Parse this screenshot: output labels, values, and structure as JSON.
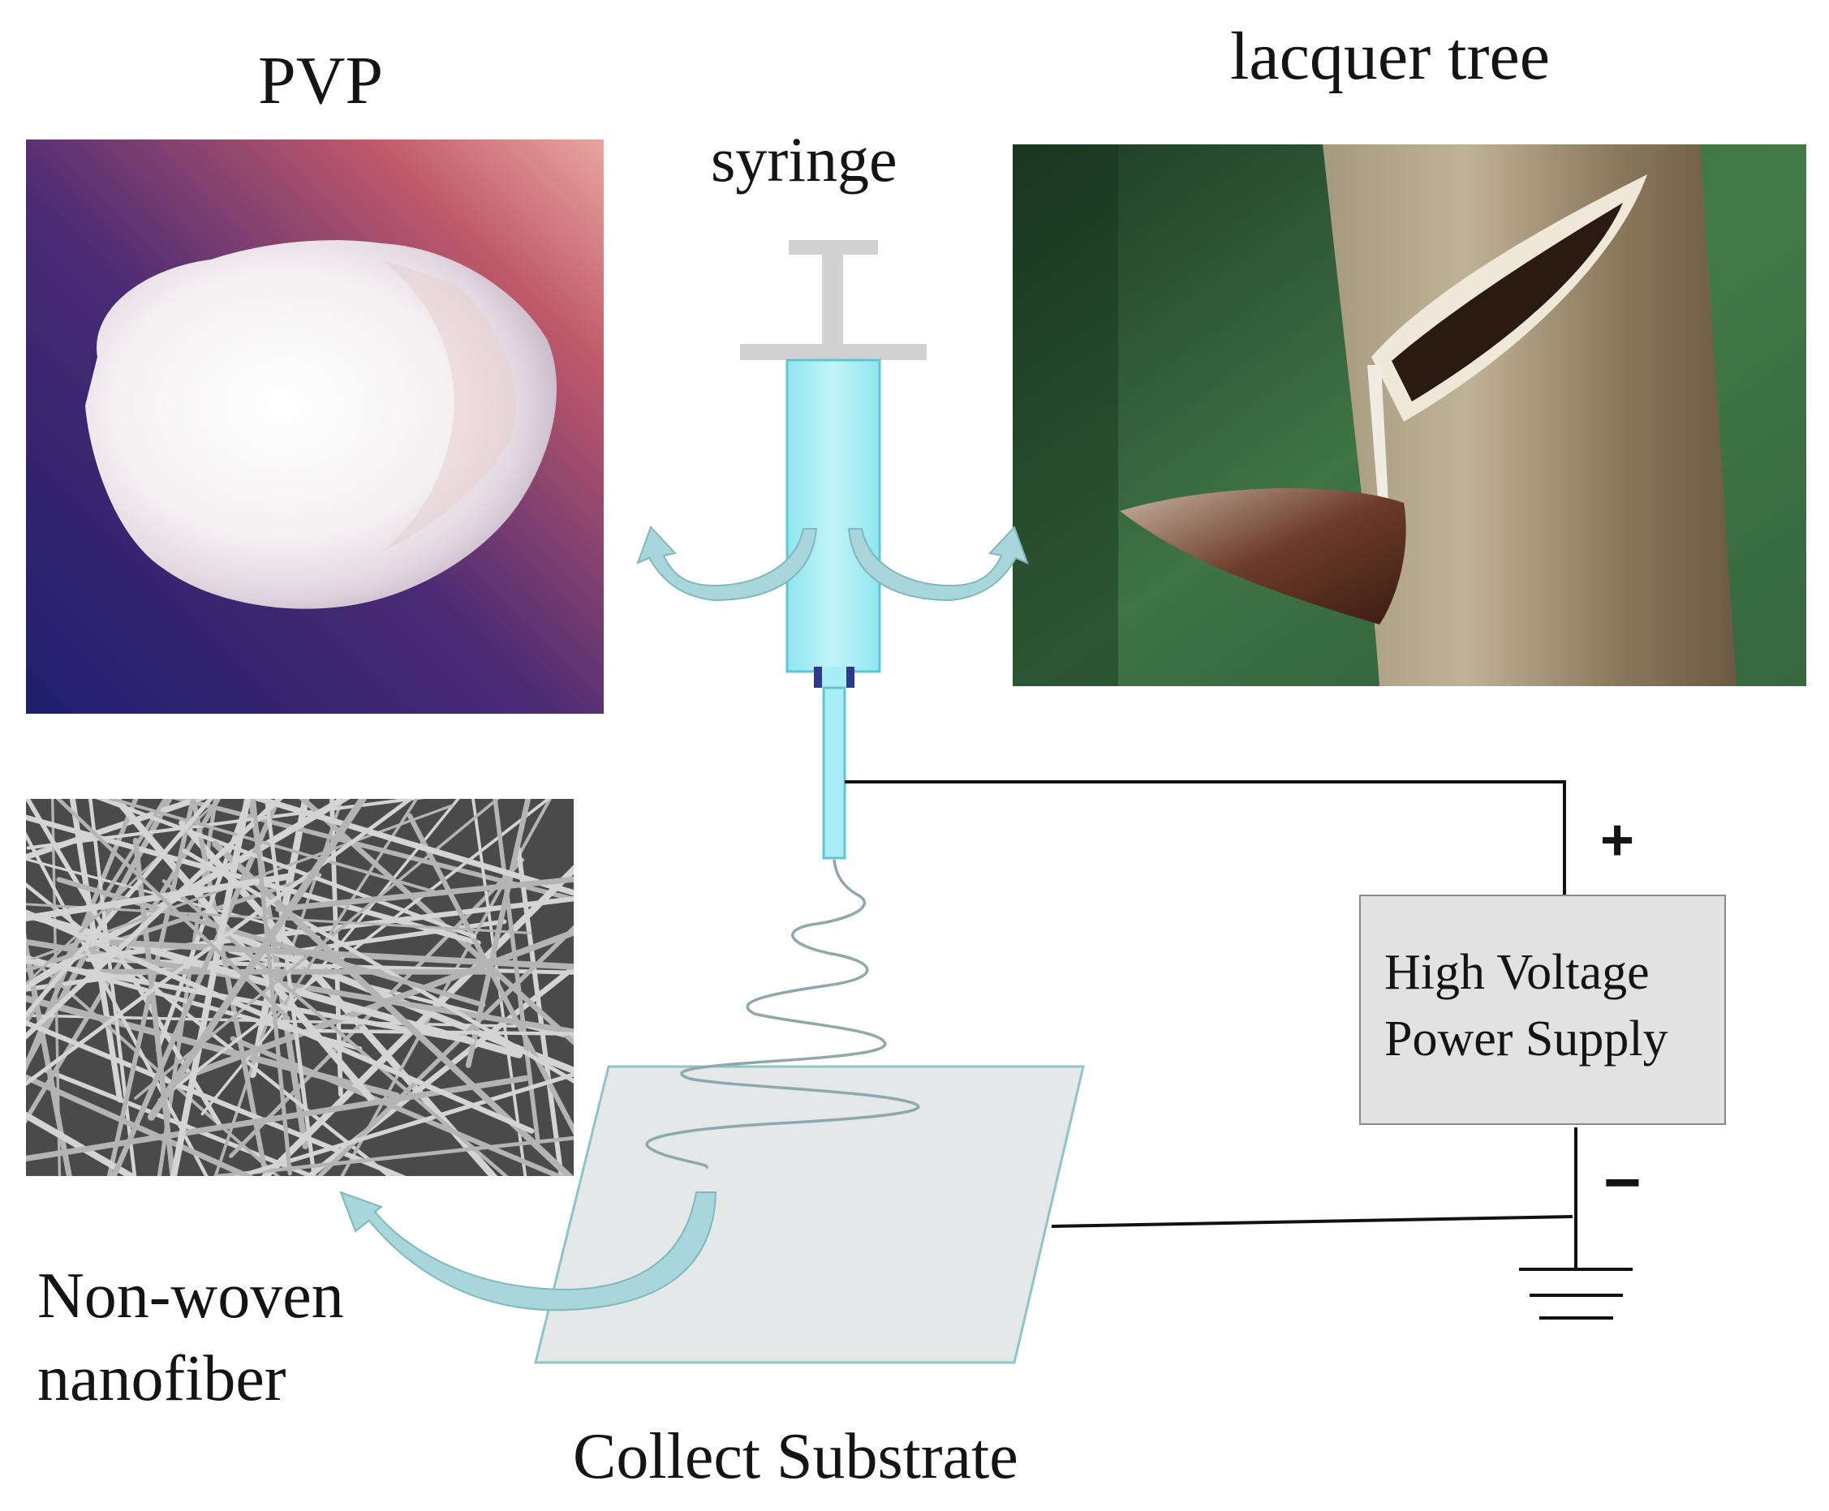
{
  "labels": {
    "pvp": "PVP",
    "lacquer_tree": "lacquer tree",
    "syringe": "syringe",
    "nonwoven_line1": "Non-woven",
    "nonwoven_line2": "nanofiber",
    "collect_substrate": "Collect Substrate",
    "power_line1": "High Voltage",
    "power_line2": "Power Supply",
    "plus": "+",
    "minus": "−"
  },
  "colors": {
    "syringe_fill": "#a9eef5",
    "syringe_stroke": "#5fc4d3",
    "plunger": "#d2d2d2",
    "substrate_fill": "#e4e8e8",
    "substrate_stroke": "#8fc4c8",
    "power_box_fill": "#e2e2e2",
    "wire": "#111111",
    "arrow_fill": "#a8d6da",
    "fiber": "#8ea8ad"
  },
  "icons": {
    "pvp_photo": "white-powder-pile-photo",
    "tree_photo": "tapped-lacquer-tree-photo",
    "sem_photo": "nanofiber-sem-micrograph",
    "ground": "ground-symbol-icon"
  }
}
